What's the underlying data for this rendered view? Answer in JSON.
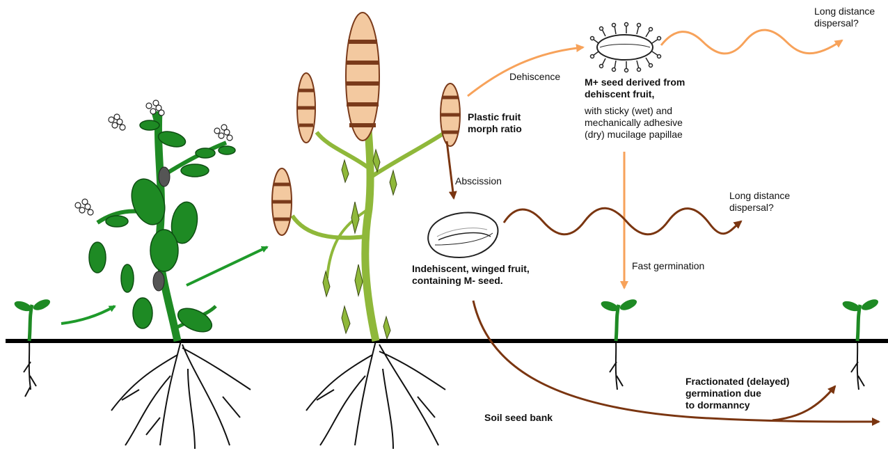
{
  "labels": {
    "dehiscence": "Dehiscence",
    "abscission": "Abscission",
    "plastic_ratio": "Plastic fruit\nmorph ratio",
    "m_plus_title": "M+ seed derived  from\ndehiscent fruit,",
    "m_plus_desc": "with sticky (wet) and\nmechanically adhesive\n(dry)  mucilage papillae",
    "long_distance_top": "Long distance\ndispersal?",
    "long_distance_mid": "Long distance\ndispersal?",
    "fast_germination": "Fast germination",
    "indehiscent": "Indehiscent, winged fruit,\ncontaining M- seed.",
    "fractionated": "Fractionated (delayed)\ngermination due\nto dormanncy",
    "soil_seed_bank": "Soil seed bank"
  },
  "colors": {
    "green_arrow": "#1e9a2a",
    "light_orange": "#f7a25a",
    "brown": "#7a3510",
    "plant_dark_green": "#1e8a24",
    "plant_olive": "#8fb83a",
    "fruit_tan": "#f3c9a0",
    "fruit_brown": "#7a3a1a",
    "ground": "#000000"
  },
  "icons": [
    "seedling-icon",
    "mature-plant-icon",
    "fruiting-plant-icon",
    "m-plus-seed-icon",
    "winged-fruit-icon"
  ]
}
